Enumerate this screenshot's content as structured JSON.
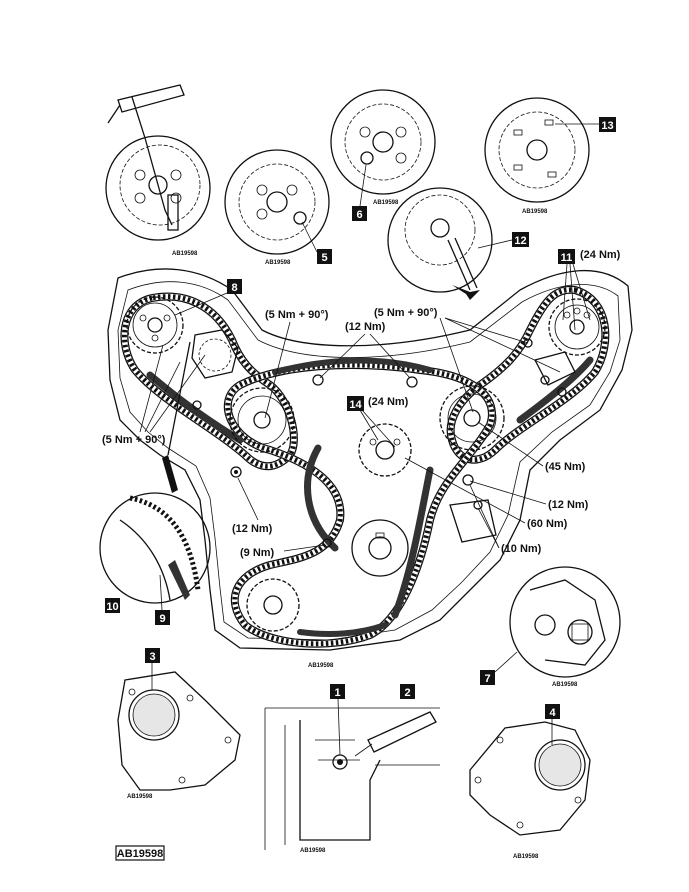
{
  "figure_ref": "AB19598",
  "inset_ref": "AB19598",
  "torques": {
    "t_5nm90_left": "(5 Nm + 90°)",
    "t_5nm90_center": "(5 Nm + 90°)",
    "t_5nm90_right": "(5 Nm + 90°)",
    "t_12nm_top": "(12 Nm)",
    "t_24nm_11": "(24 Nm)",
    "t_24nm_14": "(24 Nm)",
    "t_45nm": "(45 Nm)",
    "t_12nm_right": "(12 Nm)",
    "t_60nm": "(60 Nm)",
    "t_10nm": "(10 Nm)",
    "t_12nm_left": "(12 Nm)",
    "t_9nm": "(9 Nm)"
  },
  "callouts": {
    "c1": "1",
    "c2": "2",
    "c3": "3",
    "c4": "4",
    "c5": "5",
    "c6": "6",
    "c7": "7",
    "c8": "8",
    "c9": "9",
    "c10": "10",
    "c11": "11",
    "c12": "12",
    "c13": "13",
    "c14": "14"
  }
}
